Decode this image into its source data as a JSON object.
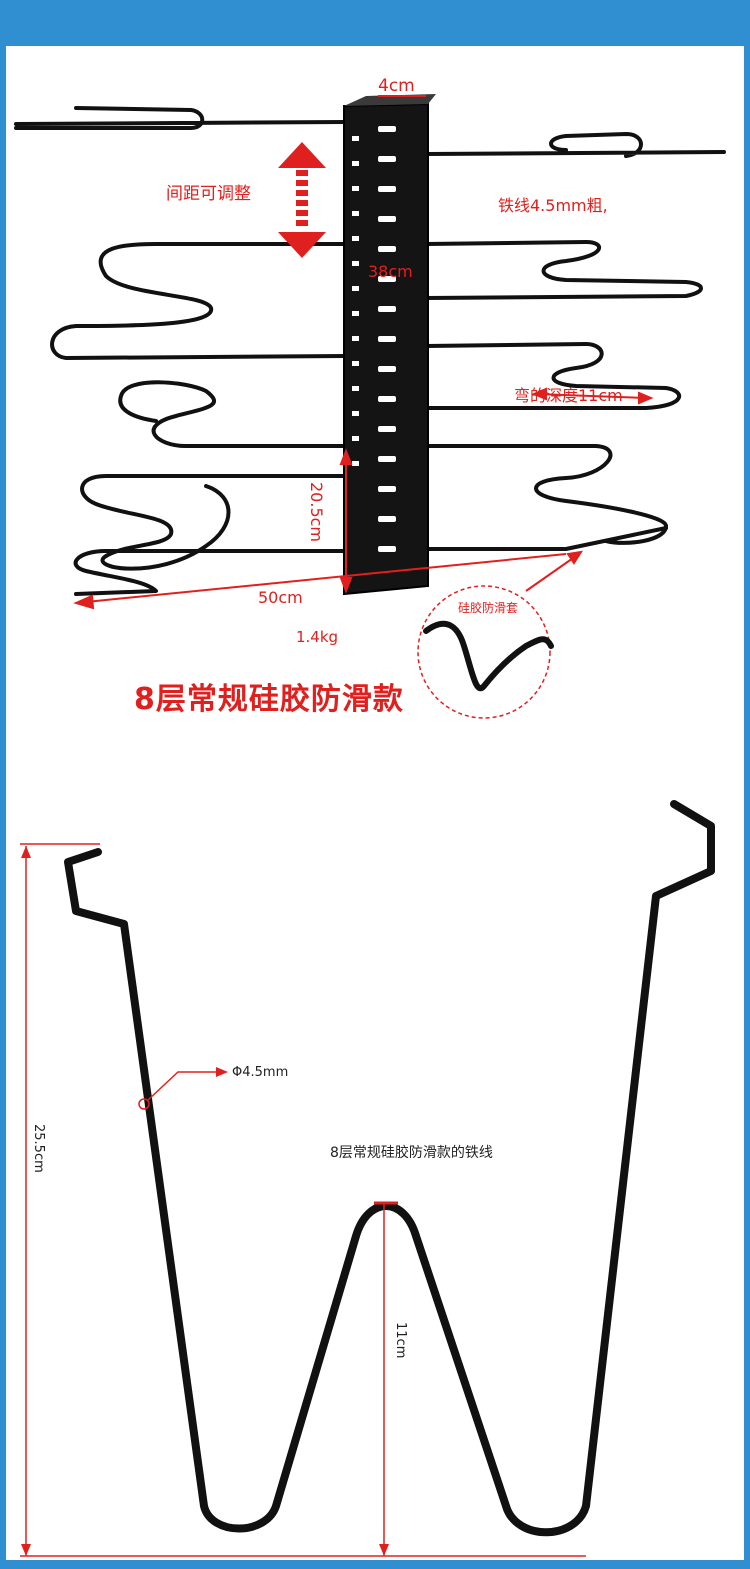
{
  "top_section": {
    "label_width": "4cm",
    "label_spacing": "间距可调整",
    "label_wire": "铁线4.5mm粗,",
    "label_height": "38cm",
    "label_bend": "弯的深度11cm",
    "label_base_height": "20.5cm",
    "label_width_total": "50cm",
    "label_weight": "1.4kg",
    "label_silicone": "硅胶防滑套",
    "title": "8层常规硅胶防滑款"
  },
  "bottom_section": {
    "label_diameter": "Φ4.5mm",
    "label_caption": "8层常规硅胶防滑款的铁线",
    "label_total_height": "25.5cm",
    "label_bend_depth": "11cm"
  },
  "colors": {
    "accent_red": "#e0201e",
    "frame_blue": "#2f8fd0",
    "wire": "#111111"
  }
}
